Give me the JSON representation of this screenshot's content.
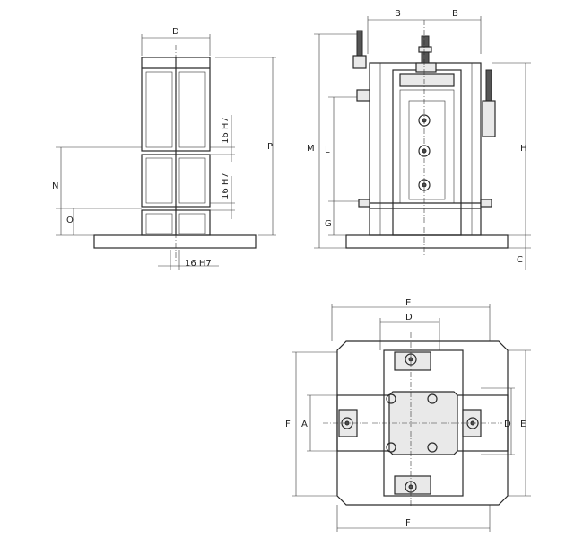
{
  "side_view": {
    "dim_top": "D",
    "dim_height": "P",
    "dim_n": "N",
    "dim_o": "O",
    "slot_upper": "16 H7",
    "slot_lower": "16 H7",
    "slot_bottom": "16 H7"
  },
  "front_view": {
    "dim_b_left": "B",
    "dim_b_right": "B",
    "dim_m": "M",
    "dim_l": "L",
    "dim_g": "G",
    "dim_h": "H",
    "dim_c": "C"
  },
  "plan_view": {
    "dim_e_top": "E",
    "dim_d_top": "D",
    "dim_f_left": "F",
    "dim_a": "A",
    "dim_d_right": "D",
    "dim_e_right": "E",
    "dim_f_bottom": "F"
  }
}
